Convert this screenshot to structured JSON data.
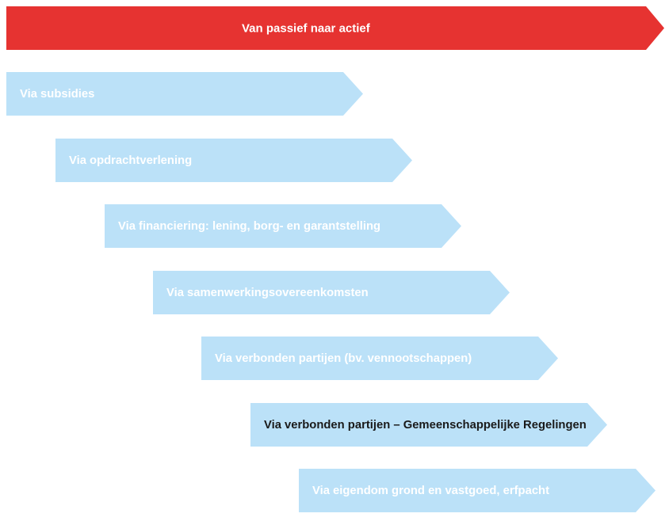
{
  "header": {
    "label": "Van passief naar actief"
  },
  "steps": [
    {
      "label": "Via subsidies",
      "highlighted": false
    },
    {
      "label": "Via opdrachtverlening",
      "highlighted": false
    },
    {
      "label": "Via financiering: lening, borg- en garantstelling",
      "highlighted": false
    },
    {
      "label": "Via samenwerkingsovereenkomsten",
      "highlighted": false
    },
    {
      "label": "Via verbonden partijen (bv. vennootschappen)",
      "highlighted": false
    },
    {
      "label": "Via verbonden partijen – Gemeenschappelijke Regelingen",
      "highlighted": true
    },
    {
      "label": "Via eigendom grond en vastgoed, erfpacht",
      "highlighted": false
    }
  ],
  "colors": {
    "header_fill": "#e63331",
    "step_fill": "#bbe1f8",
    "step_text": "#ffffff",
    "highlight_text": "#1a1a1a"
  }
}
